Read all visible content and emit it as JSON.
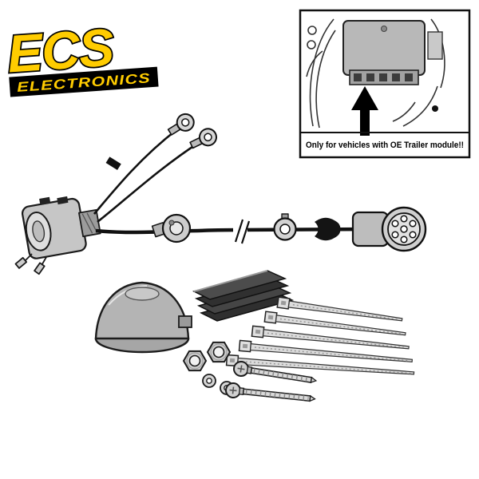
{
  "brand": {
    "name": "ECS",
    "subtitle": "ELECTRONICS",
    "accent": "#FFCC00",
    "outline_color": "#000000"
  },
  "inset": {
    "caption": "Only for vehicles with OE Trailer module!!"
  },
  "colors": {
    "background": "#ffffff",
    "line": "#1a1a1a",
    "part_gray": "#c6c6c6",
    "dark_gray": "#3a3a3a",
    "tie_gray": "#e0e0e0",
    "foam_dark": "#303030"
  },
  "parts": [
    "towing-socket-housing",
    "earth-ring-terminals",
    "main-wiring-cable",
    "inline-connector-left",
    "cable-break-mark",
    "inline-connector-right",
    "cable-grommet",
    "seven-pin-round-connector",
    "rubber-grommet-cover",
    "foam-pads",
    "cable-ties",
    "hex-nuts",
    "washers",
    "bolts",
    "oe-trailer-module"
  ]
}
